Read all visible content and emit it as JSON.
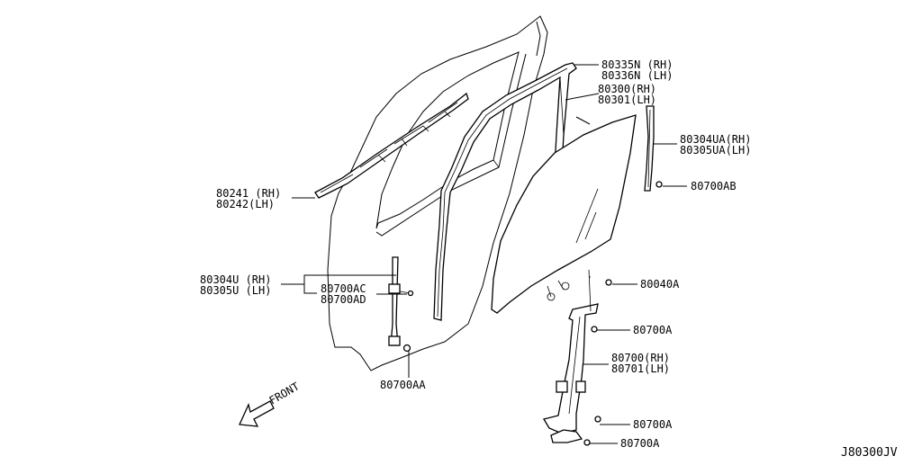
{
  "colors": {
    "ink": "#000000",
    "background": "#ffffff"
  },
  "direction_label": "FRONT",
  "diagram_code": "J80300JV",
  "callouts": {
    "seal_upper": [
      "80335N (RH)",
      "80336N (LH)"
    ],
    "glass": [
      "80300(RH)",
      "80301(LH)"
    ],
    "rear_channel": [
      "80304UA(RH)",
      "80305UA(LH)"
    ],
    "bolt_ab": [
      "80700AB"
    ],
    "moulding": [
      "80241 (RH)",
      "80242(LH)"
    ],
    "front_channel": [
      "80304U (RH)",
      "80305U (LH)"
    ],
    "bolt_ac_ad": [
      "80700AC",
      "80700AD"
    ],
    "clip": [
      "80040A"
    ],
    "bolt_a1": [
      "80700A"
    ],
    "regulator": [
      "80700(RH)",
      "80701(LH)"
    ],
    "bolt_aa": [
      "80700AA"
    ],
    "bolt_a2": [
      "80700A"
    ],
    "bolt_a3": [
      "80700A"
    ]
  }
}
